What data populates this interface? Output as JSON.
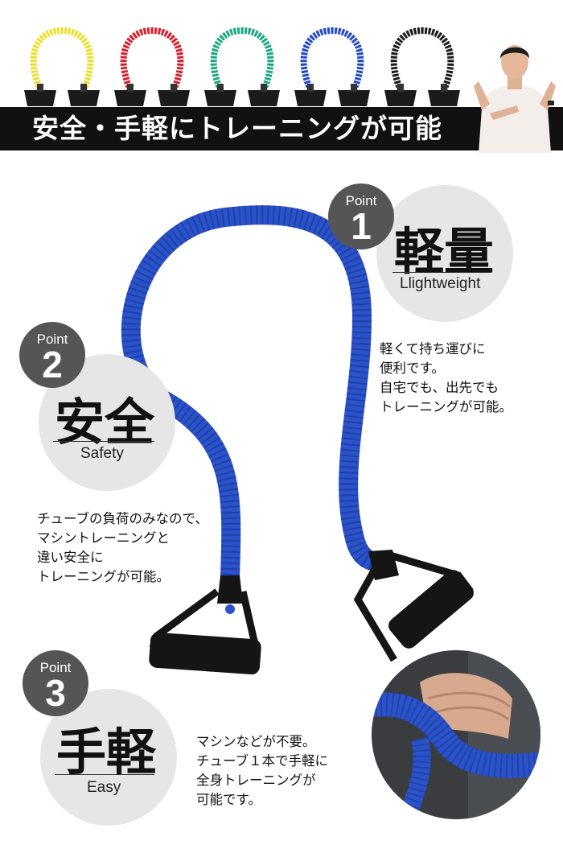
{
  "banner": {
    "title": "安全・手軽にトレーニングが可能"
  },
  "top_tubes": [
    {
      "color_name": "yellow",
      "color": "#e8e02a"
    },
    {
      "color_name": "red",
      "color": "#d81e2a"
    },
    {
      "color_name": "green",
      "color": "#1aa882"
    },
    {
      "color_name": "blue",
      "color": "#2148c8"
    },
    {
      "color_name": "black",
      "color": "#1b1b1b"
    }
  ],
  "product": {
    "tube_color": "#2a52c9",
    "handle_color": "#151515"
  },
  "points": [
    {
      "label": "Point",
      "number": "1",
      "title": "軽量",
      "subtitle": "Llightweight",
      "description": [
        "軽くて持ち運びに",
        "便利です。",
        "自宅でも、出先でも",
        "トレーニングが可能。"
      ]
    },
    {
      "label": "Point",
      "number": "2",
      "title": "安全",
      "subtitle": "Safety",
      "description": [
        "チューブの負荷のみなので、",
        "マシントレーニングと",
        "違い安全に",
        "トレーニングが可能。"
      ]
    },
    {
      "label": "Point",
      "number": "3",
      "title": "手軽",
      "subtitle": "Easy",
      "description": [
        "マシンなどが不要。",
        "チューブ１本で手軽に",
        "全身トレーニングが",
        "可能です。"
      ]
    }
  ]
}
